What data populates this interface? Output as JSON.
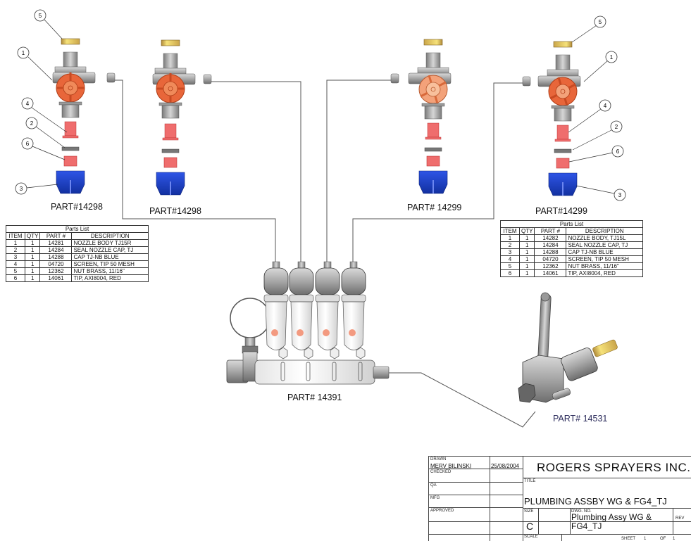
{
  "assemblies": [
    {
      "id": "left-outer",
      "part_label": "PART#14298",
      "balloons": [
        "5",
        "1",
        "4",
        "2",
        "6",
        "3"
      ]
    },
    {
      "id": "left-inner",
      "part_label": "PART#14298"
    },
    {
      "id": "right-inner",
      "part_label": "PART# 14299"
    },
    {
      "id": "right-outer",
      "part_label": "PART#14299",
      "balloons": [
        "5",
        "1",
        "4",
        "2",
        "6",
        "3"
      ]
    }
  ],
  "manifold": {
    "part_label": "PART# 14391"
  },
  "valve": {
    "part_label": "PART# 14531"
  },
  "parts_list_left": {
    "caption": "Parts List",
    "headers": [
      "ITEM",
      "QTY",
      "PART #",
      "DESCRIPTION"
    ],
    "rows": [
      [
        "1",
        "1",
        "14281",
        "NOZZLE BODY TJ15R"
      ],
      [
        "2",
        "1",
        "14284",
        "SEAL NOZZLE CAP, TJ"
      ],
      [
        "3",
        "1",
        "14288",
        "CAP TJ-NB BLUE"
      ],
      [
        "4",
        "1",
        "04720",
        "SCREEN, TIP 50 MESH"
      ],
      [
        "5",
        "1",
        "12362",
        "NUT BRASS, 11/16\""
      ],
      [
        "6",
        "1",
        "14061",
        "TIP, AXI8004, RED"
      ]
    ]
  },
  "parts_list_right": {
    "caption": "Parts List",
    "headers": [
      "ITEM",
      "QTY",
      "PART #",
      "DESCRIPTION"
    ],
    "rows": [
      [
        "1",
        "1",
        "14282",
        "NOZZLE BODY, TJ15L"
      ],
      [
        "2",
        "1",
        "14284",
        "SEAL NOZZLE CAP, TJ"
      ],
      [
        "3",
        "1",
        "14288",
        "CAP TJ-NB BLUE"
      ],
      [
        "4",
        "1",
        "04720",
        "SCREEN, TIP 50 MESH"
      ],
      [
        "5",
        "1",
        "12362",
        "NUT BRASS, 11/16\""
      ],
      [
        "6",
        "1",
        "14061",
        "TIP, AXI8004, RED"
      ]
    ]
  },
  "title_block": {
    "drawn_label": "DRAWN",
    "drawn_by": "MERV BILINSKI",
    "drawn_date": "25/08/2004",
    "checked_label": "CHECKED",
    "qa_label": "QA",
    "mfg_label": "MFG",
    "approved_label": "APPROVED",
    "company": "ROGERS SPRAYERS INC.",
    "title_label": "TITLE",
    "title": "PLUMBING ASSBY WG & FG4_TJ",
    "size_label": "SIZE",
    "size": "C",
    "dwg_no_label": "DWG. NO.",
    "dwg_no": "Plumbing Assy WG & FG4_TJ",
    "rev_label": "REV",
    "scale_label": "SCALE",
    "sheet_label": "SHEET",
    "sheet": "1",
    "of_label": "OF",
    "sheet_total": "1"
  },
  "colors": {
    "body_gray": "#a9a9a9",
    "nozzle_orange": "#e8663a",
    "nozzle_orange_light": "#f3a27a",
    "screen_red": "#ef6d6d",
    "cap_blue": "#1e3fc8",
    "nut_brass": "#e8d26a",
    "leader": "#444444"
  }
}
